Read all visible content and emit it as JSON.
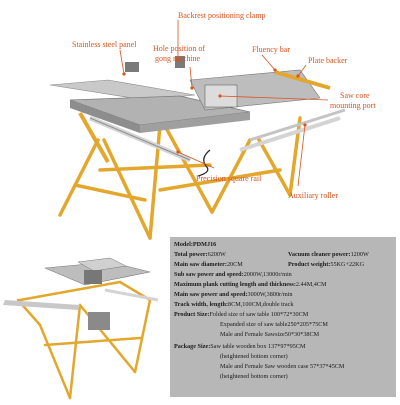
{
  "labels": {
    "backrest": "Backrest positioning clamp",
    "stainless": "Stainless steel panel",
    "hole_l1": "Hole position of",
    "hole_l2": "gong machine",
    "fluency": "Fluency bar",
    "plate": "Plate backer",
    "saw_core_l1": "Saw core",
    "saw_core_l2": "mounting port",
    "precision": "Precision square rail",
    "auxiliary": "Auxiliary roller"
  },
  "spec": {
    "model": "Model:PDMJ16",
    "total_power_label": "Total power:",
    "total_power": "6200W",
    "vacuum_label": "Vacuum cleaner power:",
    "vacuum": "1200W",
    "main_dia_label": "Main saw diameter:",
    "main_dia": "20CM",
    "weight_label": "Product weight:",
    "weight": "55KG+22KG",
    "sub_saw_label": "Sub saw power and speed:",
    "sub_saw": "2000W,13000r/min",
    "max_plank_label": "Maximum plank cutting length and thickness:",
    "max_plank": "2.44M,4CM",
    "main_saw_label": "Main saw power and speed:",
    "main_saw": "3000W,3800r/min",
    "track_label": "Track width, length:",
    "track": "8CM,100CM,double track",
    "product_size_label": "Product Size:",
    "product_size_1": "Folded size of saw table 100*72*30CM",
    "product_size_2": "Expanded size of saw table250*205*75CM",
    "product_size_3": "Male and Female Sawsize50*30*38CM",
    "package_label": "Package Size:",
    "package_1": "Saw table wooden box 137*97*95CM",
    "package_2": "(heightened bottom corner)",
    "package_3": "Male and Female Saw wooden case 57*37*45CM",
    "package_4": "(heightened bottom corner)"
  },
  "colors": {
    "frame": "#e2a72c",
    "frame_dark": "#b97e16",
    "steel": "#9a9a9a",
    "label": "#d9531e",
    "spec_bg": "#b7b7b7"
  }
}
